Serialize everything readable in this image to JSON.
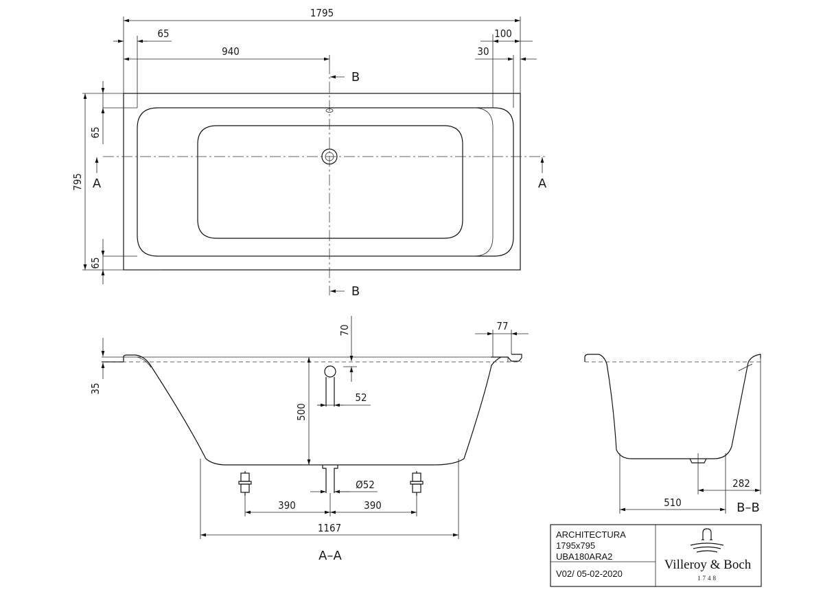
{
  "plan": {
    "length": "1795",
    "offset_left": "65",
    "drain_position": "940",
    "offset_right": "100",
    "rim_right": "30",
    "width": "795",
    "rim_top": "65",
    "rim_bottom": "65",
    "section_a": "A",
    "section_b": "B"
  },
  "section_aa": {
    "label": "A–A",
    "overflow_height": "70",
    "rim_height": "35",
    "depth": "500",
    "overflow_diameter": "52",
    "drain_diameter": "Ø52",
    "foot_left": "390",
    "foot_right": "390",
    "bottom_length": "1167",
    "rim_width": "77"
  },
  "section_bb": {
    "label": "B–B",
    "bottom_width": "510",
    "drain_offset": "282"
  },
  "title_block": {
    "product": "ARCHITECTURA",
    "size": "1795x795",
    "code": "UBA180ARA2",
    "version": "V02/ 05-02-2020",
    "brand": "Villeroy & Boch",
    "since": "1748"
  }
}
